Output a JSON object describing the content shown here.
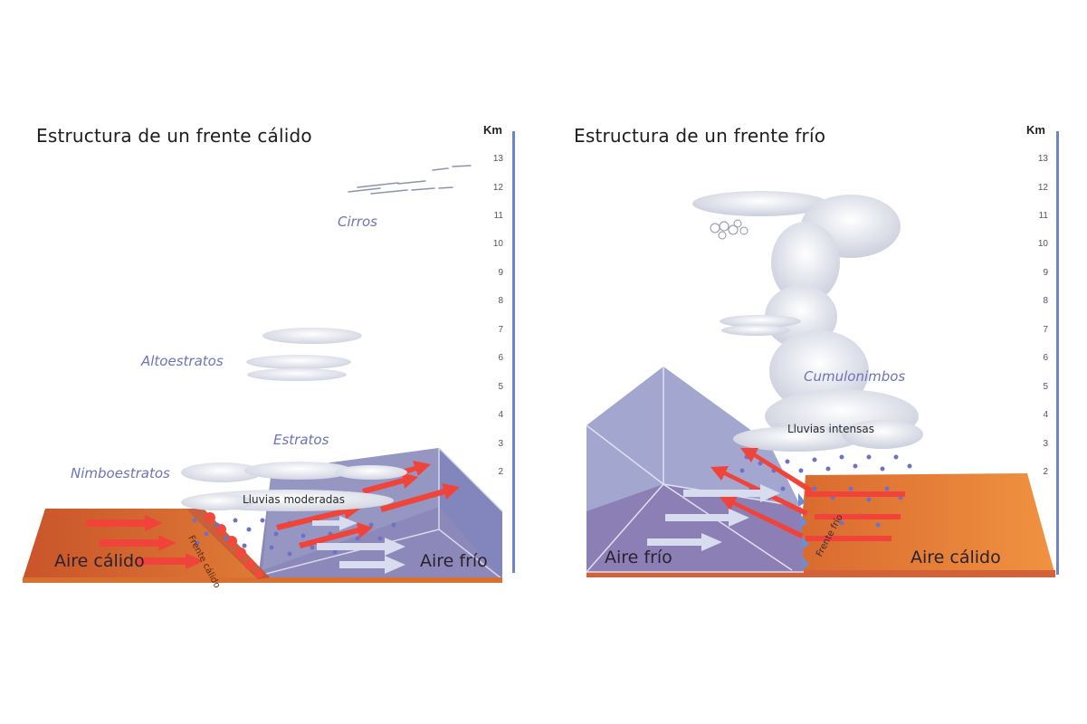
{
  "warm_front": {
    "title": "Estructura de un frente cálido",
    "scale_unit": "Km",
    "scale_ticks": [
      "13",
      "12",
      "11",
      "10",
      "9",
      "8",
      "7",
      "6",
      "5",
      "4",
      "3",
      "2"
    ],
    "cloud_labels": {
      "cirros": "Cirros",
      "altoestratos": "Altoestratos",
      "estratos": "Estratos",
      "nimboestratos": "Nimboestratos"
    },
    "rain_label": "Lluvias moderadas",
    "front_label": "Frente cálido",
    "warm_air_label": "Aire cálido",
    "cold_air_label": "Aire frío"
  },
  "cold_front": {
    "title": "Estructura de un frente frío",
    "scale_unit": "Km",
    "scale_ticks": [
      "13",
      "12",
      "11",
      "10",
      "9",
      "8",
      "7",
      "6",
      "5",
      "4",
      "3",
      "2"
    ],
    "cloud_labels": {
      "cumulonimbos": "Cumulonimbos"
    },
    "rain_label": "Lluvias intensas",
    "front_label": "Frente frío",
    "cold_air_label": "Aire frío",
    "warm_air_label": "Aire cálido"
  },
  "colors": {
    "warm_air": "#d9652f",
    "warm_air_light": "#ee8b3c",
    "cold_air": "#8b86b8",
    "cold_air_top": "#a3a7cf",
    "warm_arrow": "#f0443a",
    "cold_arrow": "#d7dcef",
    "axis": "#7083c4",
    "label_blue": "#6c73b8",
    "rain": "#7b7fc4"
  }
}
